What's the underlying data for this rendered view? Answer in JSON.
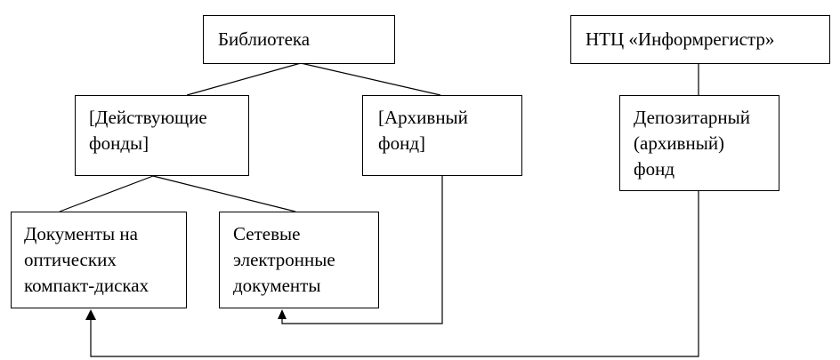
{
  "boxes": {
    "library": "Библиотека",
    "ntc": "НТЦ «Информрегистр»",
    "active_funds": "[Действующие\nфонды]",
    "archive_fund": "[Архивный\nфонд]",
    "deposit_fund": "Депозитарный\n(архивный)\nфонд",
    "optical_docs": "Документы  на\nоптических\nкомпакт-дисках",
    "network_docs": "Сетевые\nэлектронные\nдокументы"
  }
}
